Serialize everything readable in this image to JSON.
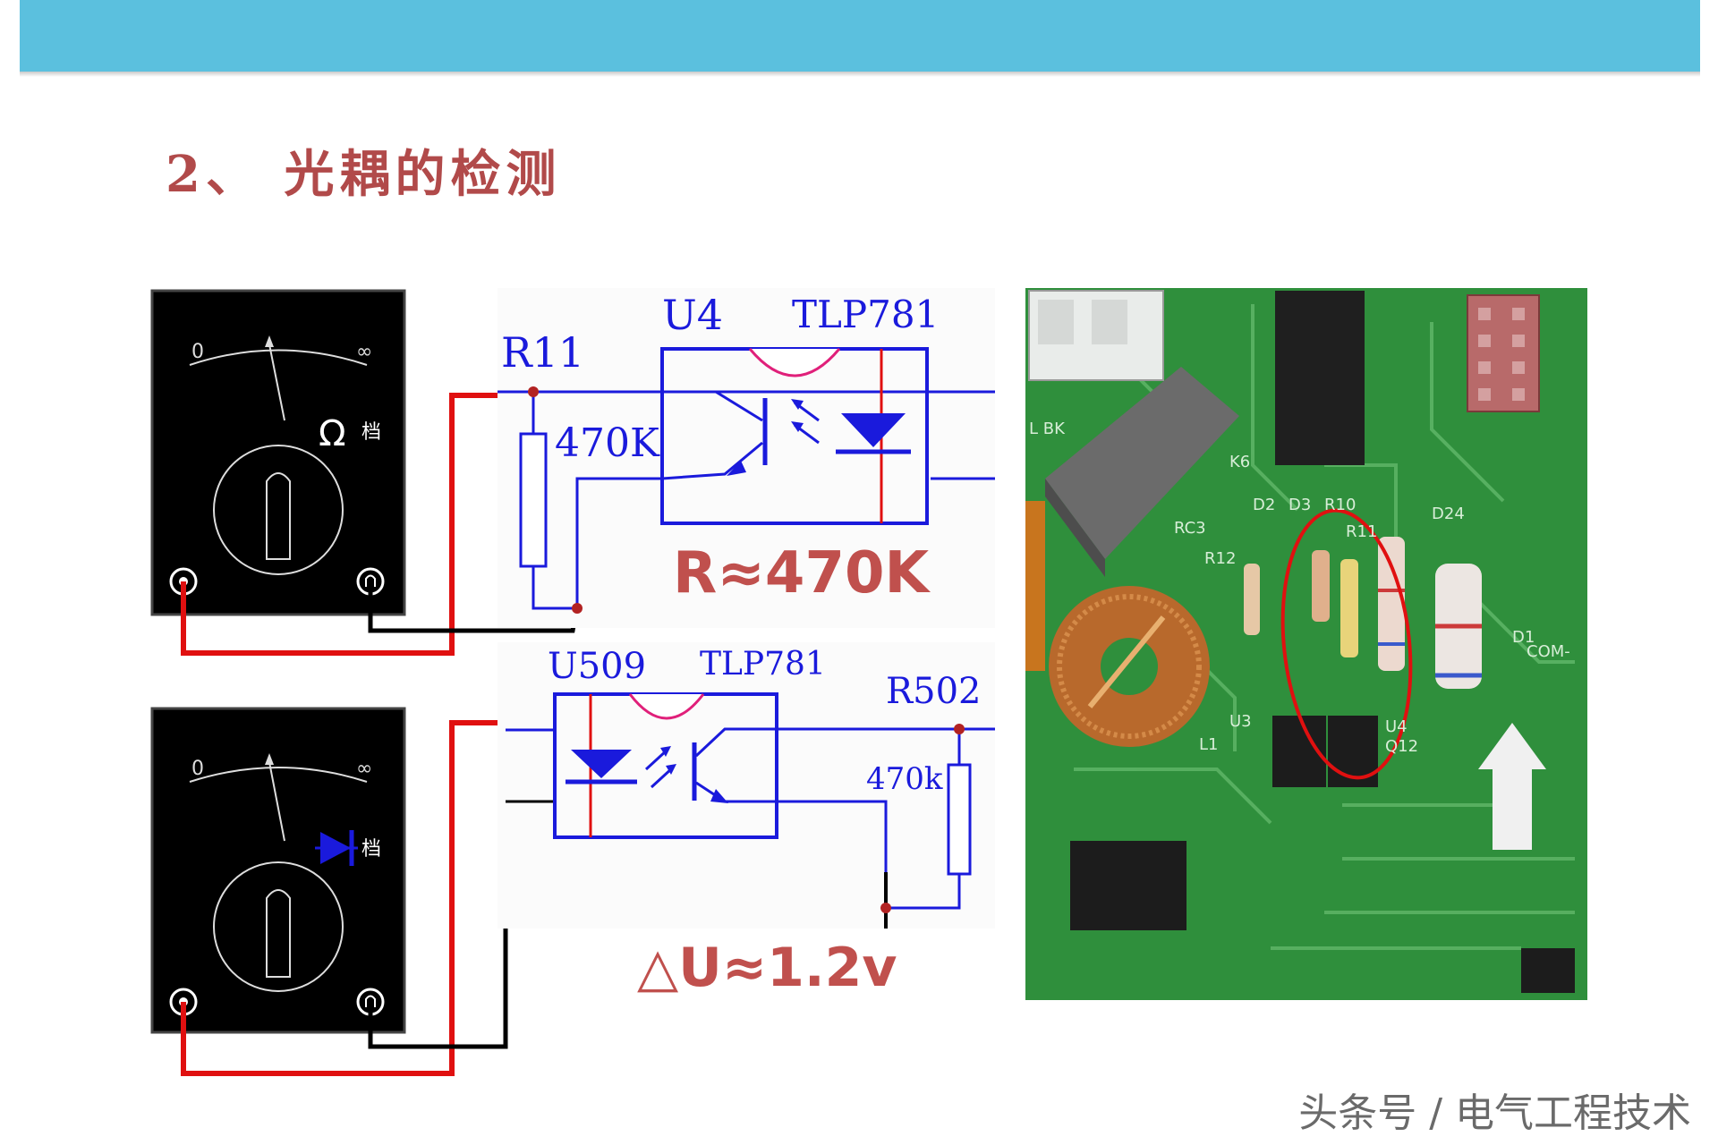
{
  "slide": {
    "title": "2、 光耦的检测",
    "watermark": "头条号 / 电气工程技术"
  },
  "meter_top": {
    "scale_left": "0",
    "scale_right": "∞",
    "range_symbol": "Ω",
    "range_suffix": "档"
  },
  "meter_bottom": {
    "scale_left": "0",
    "scale_right": "∞",
    "range_suffix": "档"
  },
  "circuit_top": {
    "ref": "U4",
    "part": "TLP781",
    "resistor_ref": "R11",
    "resistor_value": "470K",
    "result": "R≈470K"
  },
  "circuit_bottom": {
    "ref": "U509",
    "part": "TLP781",
    "resistor_ref": "R502",
    "resistor_value": "470k",
    "result": "△U≈1.2v"
  },
  "pcb_photo": {
    "silkscreen": [
      "L BK",
      "K6",
      "RC3",
      "R12",
      "D2",
      "D3",
      "R11",
      "R10",
      "D24",
      "D1",
      "COM-",
      "U3",
      "U4",
      "Q12",
      "L1"
    ]
  },
  "colors": {
    "header_bar": "#5bc0de",
    "title": "#b14a4a",
    "result_text": "#c0504d",
    "schematic_blue": "#1a1adc",
    "probe_red": "#e01010",
    "pcb_green": "#2f8f3c"
  }
}
